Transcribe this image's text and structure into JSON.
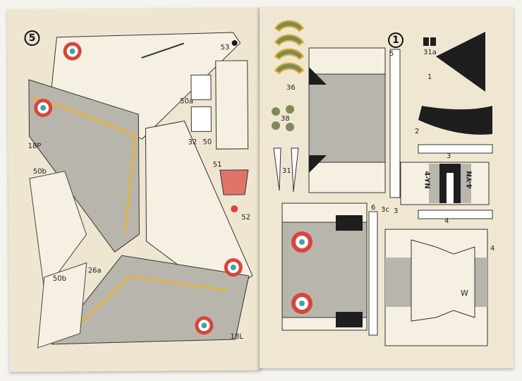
{
  "left_page": {
    "sheet_number": "5",
    "part_labels": [
      "53",
      "50a",
      "50",
      "32",
      "51",
      "52",
      "50b",
      "18P",
      "26a",
      "50b",
      "18L"
    ]
  },
  "right_page": {
    "sheet_number": "1",
    "part_labels": [
      "36",
      "38",
      "31",
      "5",
      "31a",
      "1",
      "2",
      "3",
      "3",
      "4",
      "6",
      "3c",
      "4"
    ],
    "registration": "4-YN",
    "fin_letter": "W"
  },
  "colors": {
    "paper": "#efe6d2",
    "grey": "#b8b5ad",
    "dark": "#1e1e1e",
    "roundel_red": "#d8453a",
    "roundel_blue": "#3fa3a8",
    "yellow": "#e8b32e",
    "green": "#7e8a5a",
    "pink": "#e0736a"
  }
}
